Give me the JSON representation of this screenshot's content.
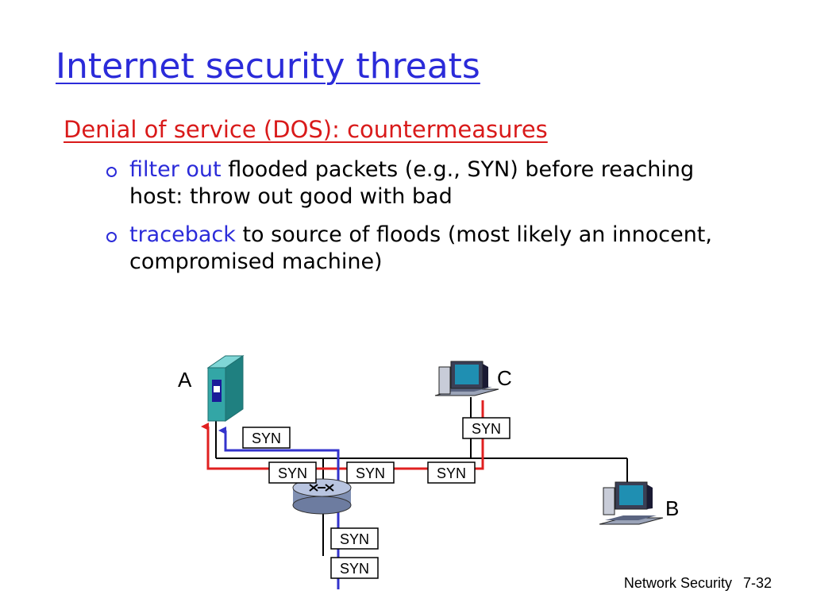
{
  "slide": {
    "title": "Internet security threats",
    "subtitle": "Denial of service (DOS): countermeasures",
    "bullets": [
      {
        "keyword": "filter out",
        "text": " flooded packets (e.g., SYN) before reaching host: throw out good with bad"
      },
      {
        "keyword": "traceback",
        "text": " to source of floods (most likely an innocent, compromised machine)"
      }
    ]
  },
  "diagram": {
    "nodes": {
      "a": "A",
      "b": "B",
      "c": "C"
    },
    "packet_label": "SYN"
  },
  "footer": {
    "course": "Network Security",
    "page": "7-32"
  },
  "colors": {
    "title": "#2b2bd9",
    "subtitle": "#d91a1a",
    "keyword": "#2b2bd9",
    "flood_path": "#e02020",
    "trace_path": "#3333cc",
    "server": "#33a6a6"
  }
}
